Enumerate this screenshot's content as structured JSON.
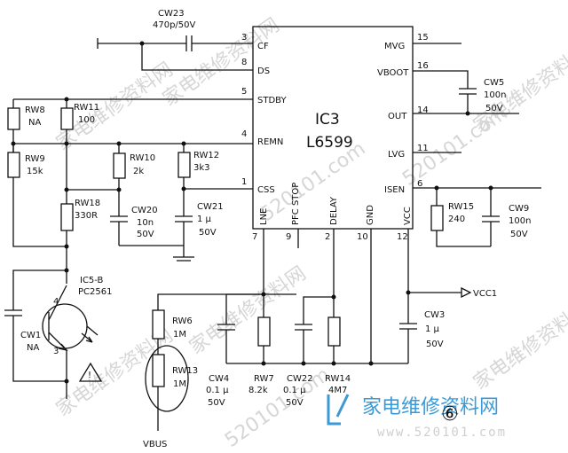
{
  "ic": {
    "ref": "IC3",
    "part": "L6599",
    "pins_left": [
      {
        "num": "3",
        "name": "CF"
      },
      {
        "num": "8",
        "name": "DS"
      },
      {
        "num": "5",
        "name": "STDBY"
      },
      {
        "num": "4",
        "name": "REMN"
      },
      {
        "num": "1",
        "name": "CSS"
      }
    ],
    "pins_right": [
      {
        "num": "15",
        "name": "MVG"
      },
      {
        "num": "16",
        "name": "VBOOT"
      },
      {
        "num": "14",
        "name": "OUT"
      },
      {
        "num": "11",
        "name": "LVG"
      },
      {
        "num": "6",
        "name": "ISEN"
      }
    ],
    "pins_bottom": [
      {
        "num": "7",
        "name": "LNE"
      },
      {
        "num": "9",
        "name": "PFC STOP"
      },
      {
        "num": "2",
        "name": "DELAY"
      },
      {
        "num": "10",
        "name": "GND"
      },
      {
        "num": "12",
        "name": "VCC"
      }
    ]
  },
  "components": {
    "cw23": {
      "ref": "CW23",
      "value": "470p/50V"
    },
    "rw8": {
      "ref": "RW8",
      "value": "NA"
    },
    "rw11": {
      "ref": "RW11",
      "value": "100"
    },
    "rw9": {
      "ref": "RW9",
      "value": "15k"
    },
    "rw10": {
      "ref": "RW10",
      "value": "2k"
    },
    "rw12": {
      "ref": "RW12",
      "value": "3k3"
    },
    "rw18": {
      "ref": "RW18",
      "value": "330R"
    },
    "cw20": {
      "ref": "CW20",
      "value1": "10n",
      "value2": "50V"
    },
    "cw21": {
      "ref": "CW21",
      "value1": "1 μ",
      "value2": "50V"
    },
    "ic5": {
      "ref": "IC5-B",
      "value": "PC2561",
      "pin_a": "4",
      "pin_b": "3"
    },
    "cw1": {
      "ref": "CW1",
      "value": "NA"
    },
    "rw6": {
      "ref": "RW6",
      "value": "1M"
    },
    "rw13": {
      "ref": "RW13",
      "value": "1M"
    },
    "cw4": {
      "ref": "CW4",
      "value1": "0.1 μ",
      "value2": "50V"
    },
    "rw7": {
      "ref": "RW7",
      "value": "8.2k"
    },
    "cw22": {
      "ref": "CW22",
      "value1": "0.1 μ",
      "value2": "50V"
    },
    "rw14": {
      "ref": "RW14",
      "value": "4M7"
    },
    "cw3": {
      "ref": "CW3",
      "value1": "1 μ",
      "value2": "50V"
    },
    "cw5": {
      "ref": "CW5",
      "value1": "100n",
      "value2": "50V"
    },
    "rw15": {
      "ref": "RW15",
      "value": "240"
    },
    "cw9": {
      "ref": "CW9",
      "value1": "100n",
      "value2": "50V"
    }
  },
  "nets": {
    "vcc1": "VCC1",
    "vbus": "VBUS"
  },
  "figure_number": "⑥",
  "watermark": {
    "logo_text": "家电维修资料网",
    "url": "www.520101.com",
    "diag_text_1": "家电维修资料网",
    "diag_text_2": "520101.com"
  }
}
